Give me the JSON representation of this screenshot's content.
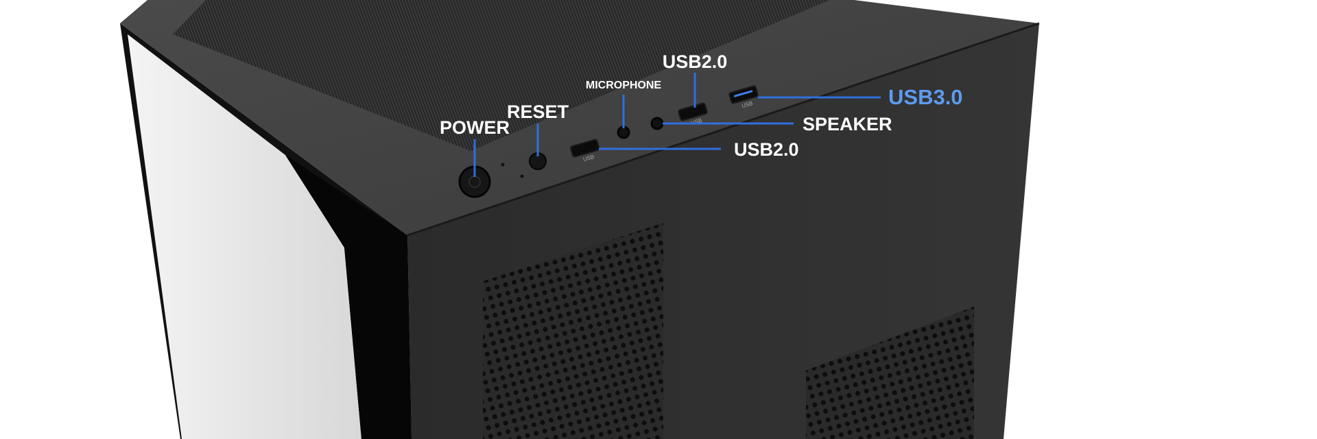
{
  "labels": {
    "power": "POWER",
    "reset": "RESET",
    "microphone": "MICROPHONE",
    "usb_top": "USB2.0",
    "usb3": "USB3.0",
    "speaker": "SPEAKER",
    "usb_bottom": "USB2.0"
  },
  "port_marks": {
    "usb": "USB"
  },
  "colors": {
    "callout_line": "#2f6fe0",
    "usb3_label": "#5c9bf0",
    "case_body": "#2e2e2e",
    "glass": "#e9e9e9"
  }
}
